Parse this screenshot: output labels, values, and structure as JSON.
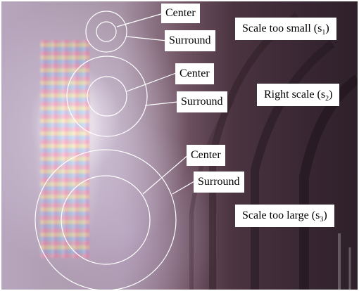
{
  "labels": {
    "center_small": "Center",
    "surround_small": "Surround",
    "center_mid": "Center",
    "surround_mid": "Surround",
    "center_large": "Center",
    "surround_large": "Surround"
  },
  "scales": {
    "small": {
      "text": "Scale too small (s",
      "subscript": "1",
      "close": ")"
    },
    "right": {
      "text": "Right scale (s",
      "subscript": "2",
      "close": ")"
    },
    "large": {
      "text": "Scale too large (s",
      "subscript": "3",
      "close": ")"
    }
  },
  "colors": {
    "circle_stroke": "#ffffff",
    "label_bg": "#ffffff",
    "label_text": "#000000"
  }
}
